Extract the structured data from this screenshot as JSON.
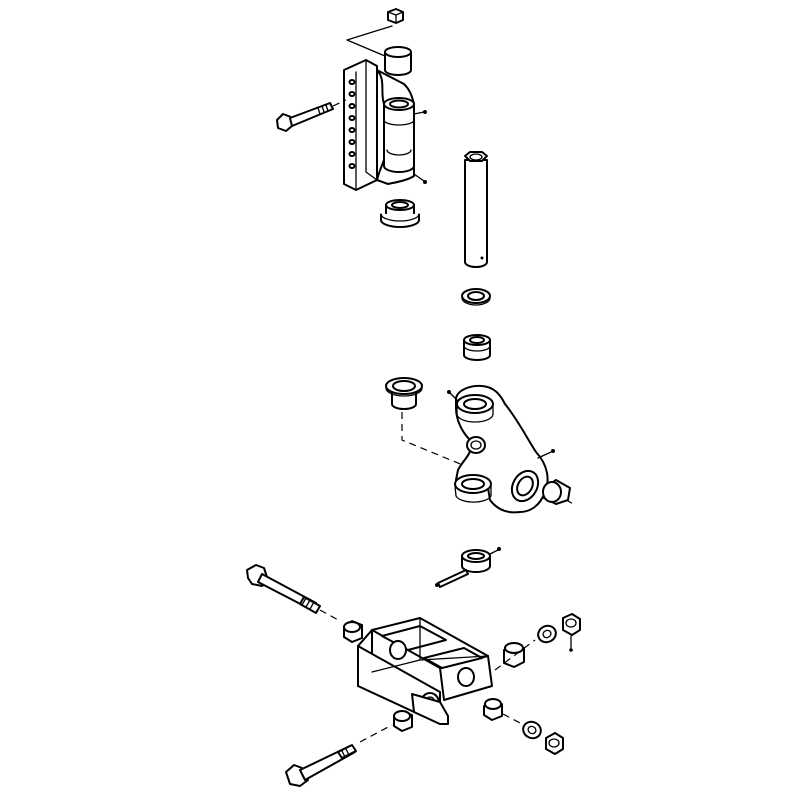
{
  "figure": {
    "stroke_color": "#000000",
    "background_color": "#ffffff",
    "style": "exploded-assembly-line-drawing",
    "assemblies": [
      {
        "name": "upper-hitch-assembly",
        "parts": [
          "hex-nut",
          "upper-bushing",
          "mounting-bracket",
          "lower-bushing",
          "bolt"
        ]
      },
      {
        "name": "pivot-assembly",
        "parts": [
          "pivot-pin",
          "thrust-washer",
          "spacer-bushing",
          "flanged-bushing",
          "pivot-yoke",
          "side-bushing",
          "lower-collar"
        ]
      },
      {
        "name": "lower-clevis-assembly",
        "parts": [
          "long-bolt-upper",
          "spacer",
          "clevis-block",
          "bushing-right",
          "washer",
          "lock-nut",
          "long-bolt-lower"
        ]
      }
    ]
  }
}
